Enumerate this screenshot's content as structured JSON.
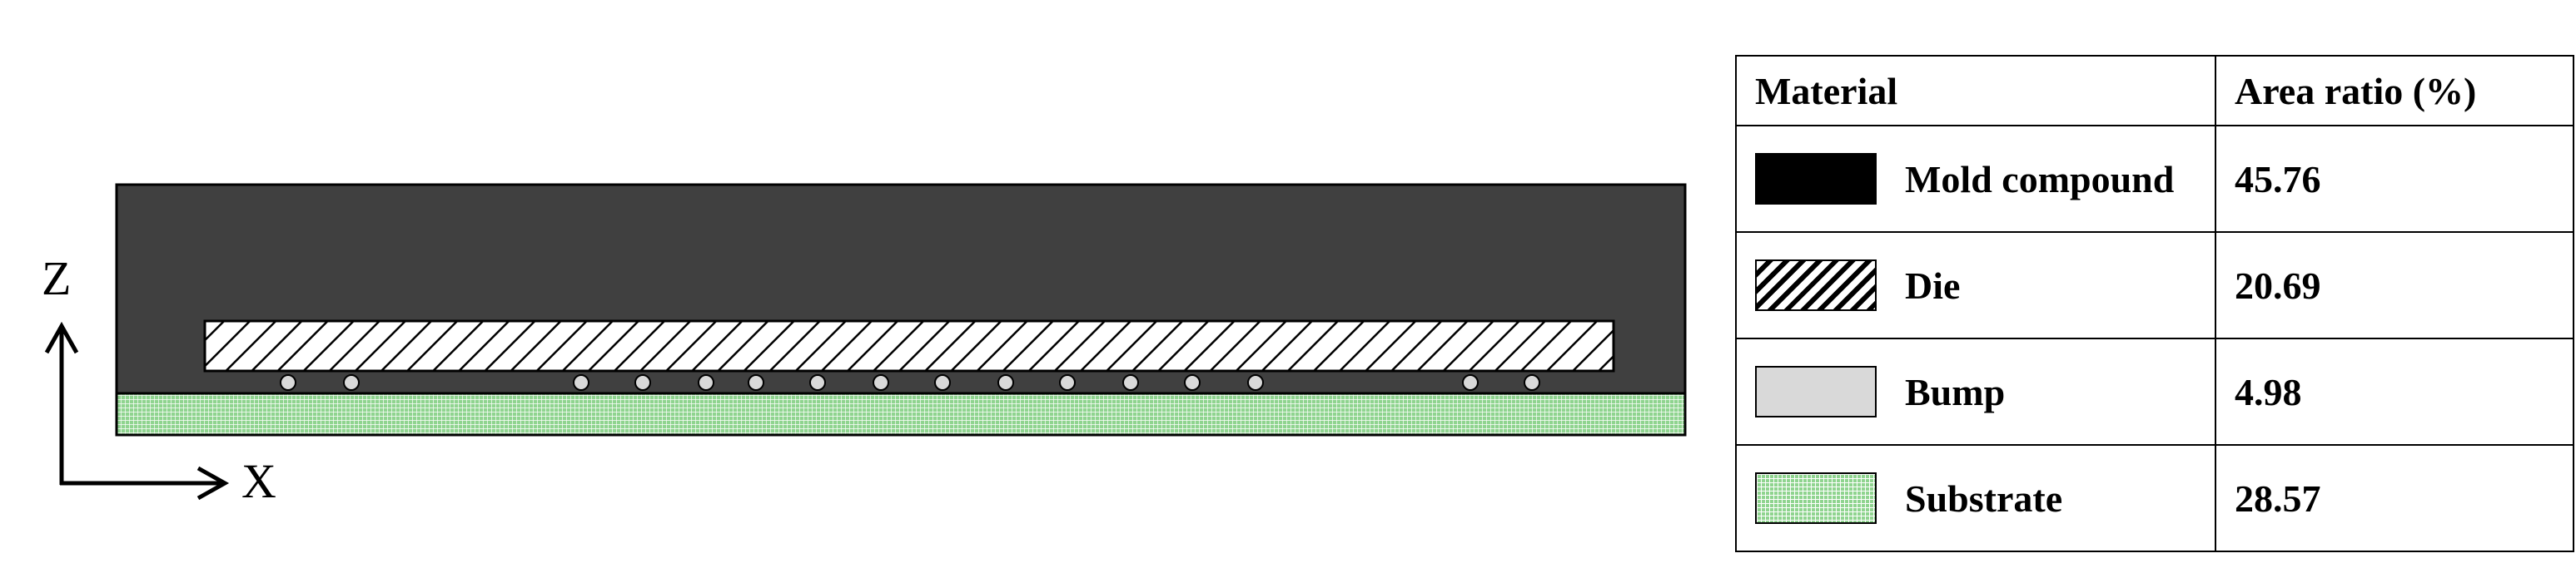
{
  "axes": {
    "z_label": "Z",
    "x_label": "X"
  },
  "colors": {
    "mold_compound_region": "#404040",
    "mold_compound_swatch": "#000000",
    "die_fill": "#ffffff",
    "die_hatch": "#000000",
    "bump": "#d9d9d9",
    "substrate_base": "#8fd48f",
    "substrate_grid": "#ffffff"
  },
  "legend": {
    "header_material": "Material",
    "header_area_ratio": "Area ratio (%)",
    "rows": [
      {
        "key": "mold-compound",
        "material": "Mold compound",
        "area_ratio": "45.76",
        "swatch": "solid-black"
      },
      {
        "key": "die",
        "material": "Die",
        "area_ratio": "20.69",
        "swatch": "diagonal-hatch"
      },
      {
        "key": "bump",
        "material": "Bump",
        "area_ratio": "4.98",
        "swatch": "light-gray"
      },
      {
        "key": "substrate",
        "material": "Substrate",
        "area_ratio": "28.57",
        "swatch": "green-grid"
      }
    ]
  }
}
